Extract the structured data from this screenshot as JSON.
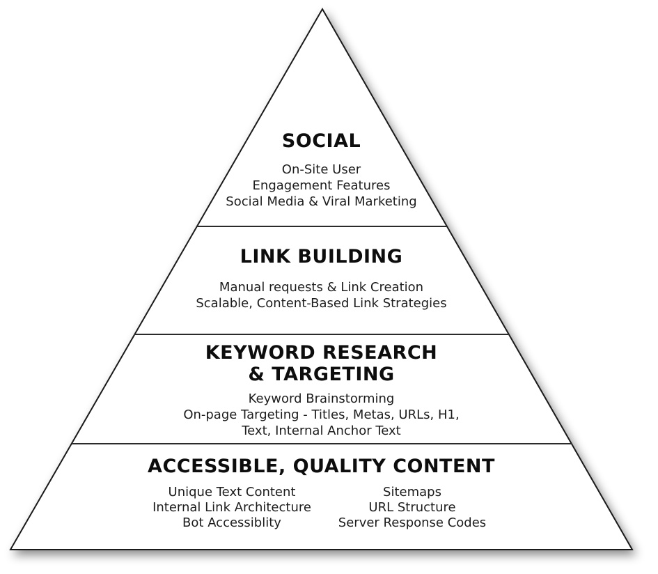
{
  "colors": {
    "background": "#ffffff",
    "outline": "#1a1a1a",
    "divider": "#2b2b2b",
    "text": "#111111"
  },
  "pyramid": {
    "tiers": [
      {
        "name": "social",
        "title_lines": [
          "SOCIAL"
        ],
        "lines": [
          "On-Site User",
          "Engagement Features",
          "Social Media & Viral Marketing"
        ]
      },
      {
        "name": "link-building",
        "title_lines": [
          "LINK BUILDING"
        ],
        "lines": [
          "Manual requests & Link Creation",
          "Scalable, Content-Based Link Strategies"
        ]
      },
      {
        "name": "keyword-research-targeting",
        "title_lines": [
          "KEYWORD RESEARCH",
          "& TARGETING"
        ],
        "lines": [
          "Keyword Brainstorming",
          "On-page Targeting - Titles, Metas, URLs, H1,",
          "Text, Internal Anchor Text"
        ]
      },
      {
        "name": "accessible-quality-content",
        "title_lines": [
          "ACCESSIBLE, QUALITY CONTENT"
        ],
        "columns": [
          {
            "lines": [
              "Unique Text Content",
              "Internal Link Architecture",
              "Bot Accessiblity"
            ]
          },
          {
            "lines": [
              "Sitemaps",
              "URL Structure",
              "Server Response Codes"
            ]
          }
        ]
      }
    ]
  }
}
